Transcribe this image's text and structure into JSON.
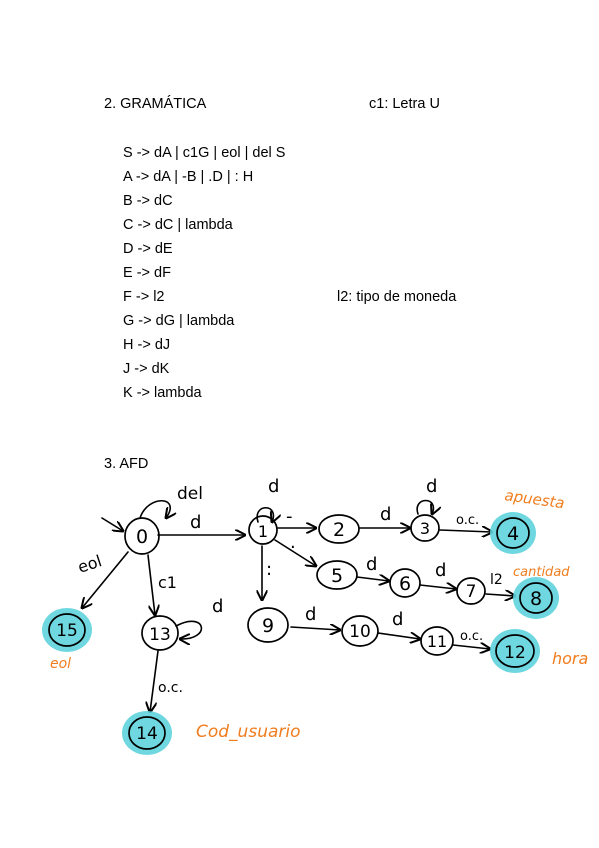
{
  "section2": {
    "heading": "2. GRAMÁTICA",
    "note_c1": "c1: Letra U",
    "note_l2": "l2: tipo de moneda",
    "rules": [
      "S -> dA | c1G | eol | del S",
      "A -> dA | -B | .D | : H",
      "B -> dC",
      "C -> dC | lambda",
      "D -> dE",
      "E -> dF",
      "F -> l2",
      "G -> dG | lambda",
      "H -> dJ",
      "J -> dK",
      "K -> lambda"
    ]
  },
  "section3": {
    "heading": "3. AFD",
    "states": [
      "0",
      "1",
      "2",
      "3",
      "4",
      "5",
      "6",
      "7",
      "8",
      "9",
      "10",
      "11",
      "12",
      "13",
      "14",
      "15"
    ],
    "transitions": {
      "del": "del",
      "d": "d",
      "eol": "eol",
      "c1": "c1",
      "dash": "-",
      "dot": ".",
      "colon": ":",
      "oc": "o.c.",
      "l2": "l2"
    },
    "annotations": {
      "apuesta": "apuesta",
      "cantidad": "cantidad",
      "hora": "hora",
      "eol": "eol",
      "cod_usuario": "Cod_usuario"
    },
    "colors": {
      "accept_fill": "#5fd3dd",
      "annotation": "#f07d1e",
      "ink": "#000000"
    }
  }
}
